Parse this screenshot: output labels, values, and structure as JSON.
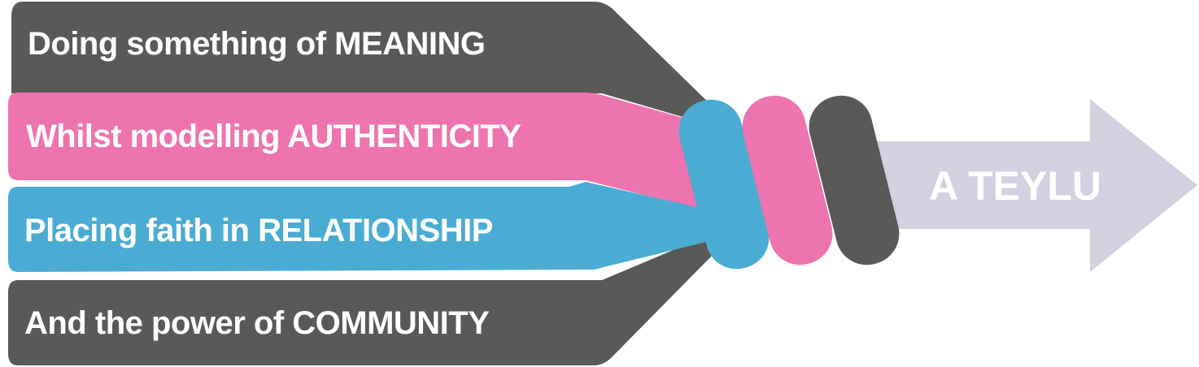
{
  "statements": [
    {
      "text": "Doing something of MEANING",
      "color": "#595957"
    },
    {
      "text": "Whilst modelling AUTHENTICITY",
      "color": "#ee74b0"
    },
    {
      "text": "Placing faith in RELATIONSHIP",
      "color": "#4aacd3"
    },
    {
      "text": "And the power of COMMUNITY",
      "color": "#595957"
    }
  ],
  "outcome": {
    "text": "A TEYLU",
    "color": "#d3d1e0"
  }
}
